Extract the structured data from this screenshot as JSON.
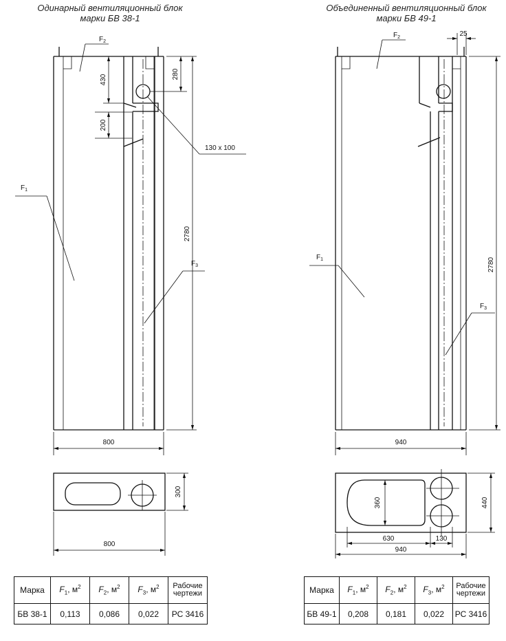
{
  "left_block": {
    "title_line1": "Одинарный вентиляционный блок",
    "title_line2": "марки БВ 38-1",
    "labels": {
      "f1": "F",
      "f1_sub": "1",
      "f2": "F",
      "f2_sub": "2",
      "f3": "F",
      "f3_sub": "3"
    },
    "dims": {
      "d430": "430",
      "d280": "280",
      "d200": "200",
      "channel": "130 x 100",
      "height": "2780",
      "width": "800",
      "plan_depth": "300",
      "plan_width": "800"
    }
  },
  "right_block": {
    "title_line1": "Объединенный вентиляционный блок",
    "title_line2": "марки БВ 49-1",
    "labels": {
      "f1": "F",
      "f1_sub": "1",
      "f2": "F",
      "f2_sub": "2",
      "f3": "F",
      "f3_sub": "3"
    },
    "dims": {
      "d25": "25",
      "height": "2780",
      "width": "940",
      "plan_d360": "360",
      "plan_depth": "440",
      "plan_w630": "630",
      "plan_w130": "130",
      "plan_width": "940"
    }
  },
  "table_left": {
    "headers": {
      "mark": "Марка",
      "f1": "F",
      "f1_sub": "1",
      "f2": "F",
      "f2_sub": "2",
      "f3": "F",
      "f3_sub": "3",
      "unit": ", м",
      "unit_sup": "2",
      "drawings_l1": "Рабочие",
      "drawings_l2": "чертежи"
    },
    "row": {
      "mark": "БВ 38-1",
      "f1": "0,113",
      "f2": "0,086",
      "f3": "0,022",
      "drawings": "РС 3416"
    }
  },
  "table_right": {
    "headers": {
      "mark": "Марка",
      "f1": "F",
      "f1_sub": "1",
      "f2": "F",
      "f2_sub": "2",
      "f3": "F",
      "f3_sub": "3",
      "unit": ", м",
      "unit_sup": "2",
      "drawings_l1": "Рабочие",
      "drawings_l2": "чертежи"
    },
    "row": {
      "mark": "БВ 49-1",
      "f1": "0,208",
      "f2": "0,181",
      "f3": "0,022",
      "drawings": "РС 3416"
    }
  }
}
